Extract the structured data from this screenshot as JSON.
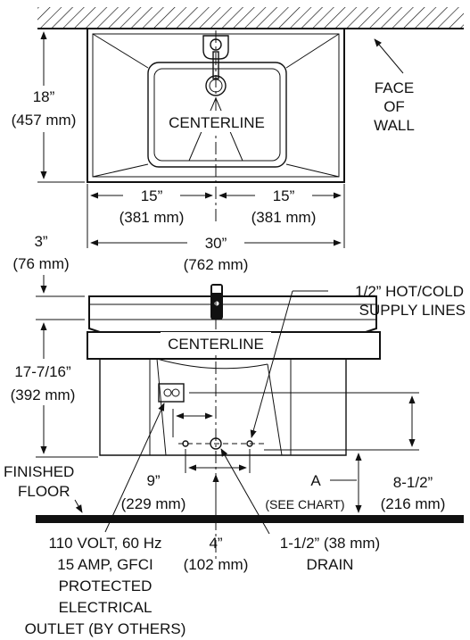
{
  "top_view": {
    "depth_in": "18”",
    "depth_mm": "(457 mm)",
    "wall_label_1": "FACE",
    "wall_label_2": "OF",
    "wall_label_3": "WALL",
    "centerline": "CENTERLINE",
    "half_left_in": "15”",
    "half_left_mm": "(381 mm)",
    "half_right_in": "15”",
    "half_right_mm": "(381 mm)",
    "width_in": "30”",
    "width_mm": "(762 mm)"
  },
  "front_view": {
    "deck_in": "3”",
    "deck_mm": "(76 mm)",
    "supply_1": "1/2” HOT/COLD",
    "supply_2": "SUPPLY LINES",
    "centerline": "CENTERLINE",
    "height_in": "17-7/16”",
    "height_mm": "(392 mm)",
    "floor_1": "FINISHED",
    "floor_2": "FLOOR",
    "offset_in": "9”",
    "offset_mm": "(229 mm)",
    "a_label": "A",
    "a_note": "(SEE CHART)",
    "rough_in": "8-1/2”",
    "rough_mm": "(216 mm)",
    "spacing_in": "4”",
    "spacing_mm": "(102 mm)",
    "drain_1": "1-1/2” (38 mm)",
    "drain_2": "DRAIN",
    "outlet_1": "110 VOLT, 60 Hz",
    "outlet_2": "15 AMP, GFCI",
    "outlet_3": "PROTECTED",
    "outlet_4": "ELECTRICAL",
    "outlet_5": "OUTLET (BY OTHERS)"
  }
}
